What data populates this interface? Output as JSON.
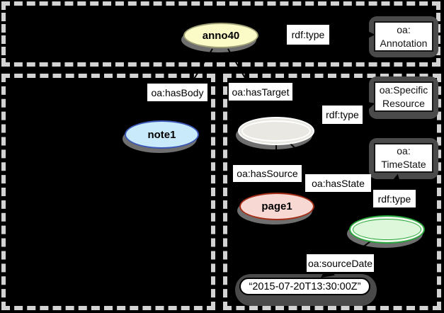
{
  "colors": {
    "background": "#000000",
    "frame_dash": "#d3d3d3",
    "anno40_fill": "#fbfbc8",
    "anno40_stroke": "#a0a078",
    "note1_fill": "#c9eafb",
    "note1_stroke": "#3a57b5",
    "target_node_fill": "#e9e8e3",
    "target_node_stroke": "#ffffff",
    "page1_fill": "#f8d8d3",
    "page1_stroke": "#a32d17",
    "state_node_fill": "#dcf7da",
    "state_node_stroke": "#28a53c",
    "node_shadow": "#6f6f6f",
    "box_glow": "#4a4a4a",
    "label_bg": "#ffffff",
    "edge": "#000000",
    "text": "#000000"
  },
  "nodes": {
    "anno40": {
      "label": "anno40"
    },
    "note1": {
      "label": "note1"
    },
    "page1": {
      "label": "page1"
    }
  },
  "class_boxes": {
    "annotation": {
      "line1": "oa:",
      "line2": "Annotation"
    },
    "specific_resource": {
      "line1": "oa:Specific",
      "line2": "Resource"
    },
    "time_state": {
      "line1": "oa:",
      "line2": "TimeState"
    }
  },
  "edge_labels": {
    "rdf_type_annotation": "rdf:type",
    "has_body": "oa:hasBody",
    "has_target": "oa:hasTarget",
    "rdf_type_specific_resource": "rdf:type",
    "has_source": "oa:hasSource",
    "has_state": "oa:hasState",
    "rdf_type_time_state": "rdf:type",
    "source_date": "oa:sourceDate"
  },
  "literal": {
    "value": "“2015-07-20T13:30:00Z”"
  }
}
